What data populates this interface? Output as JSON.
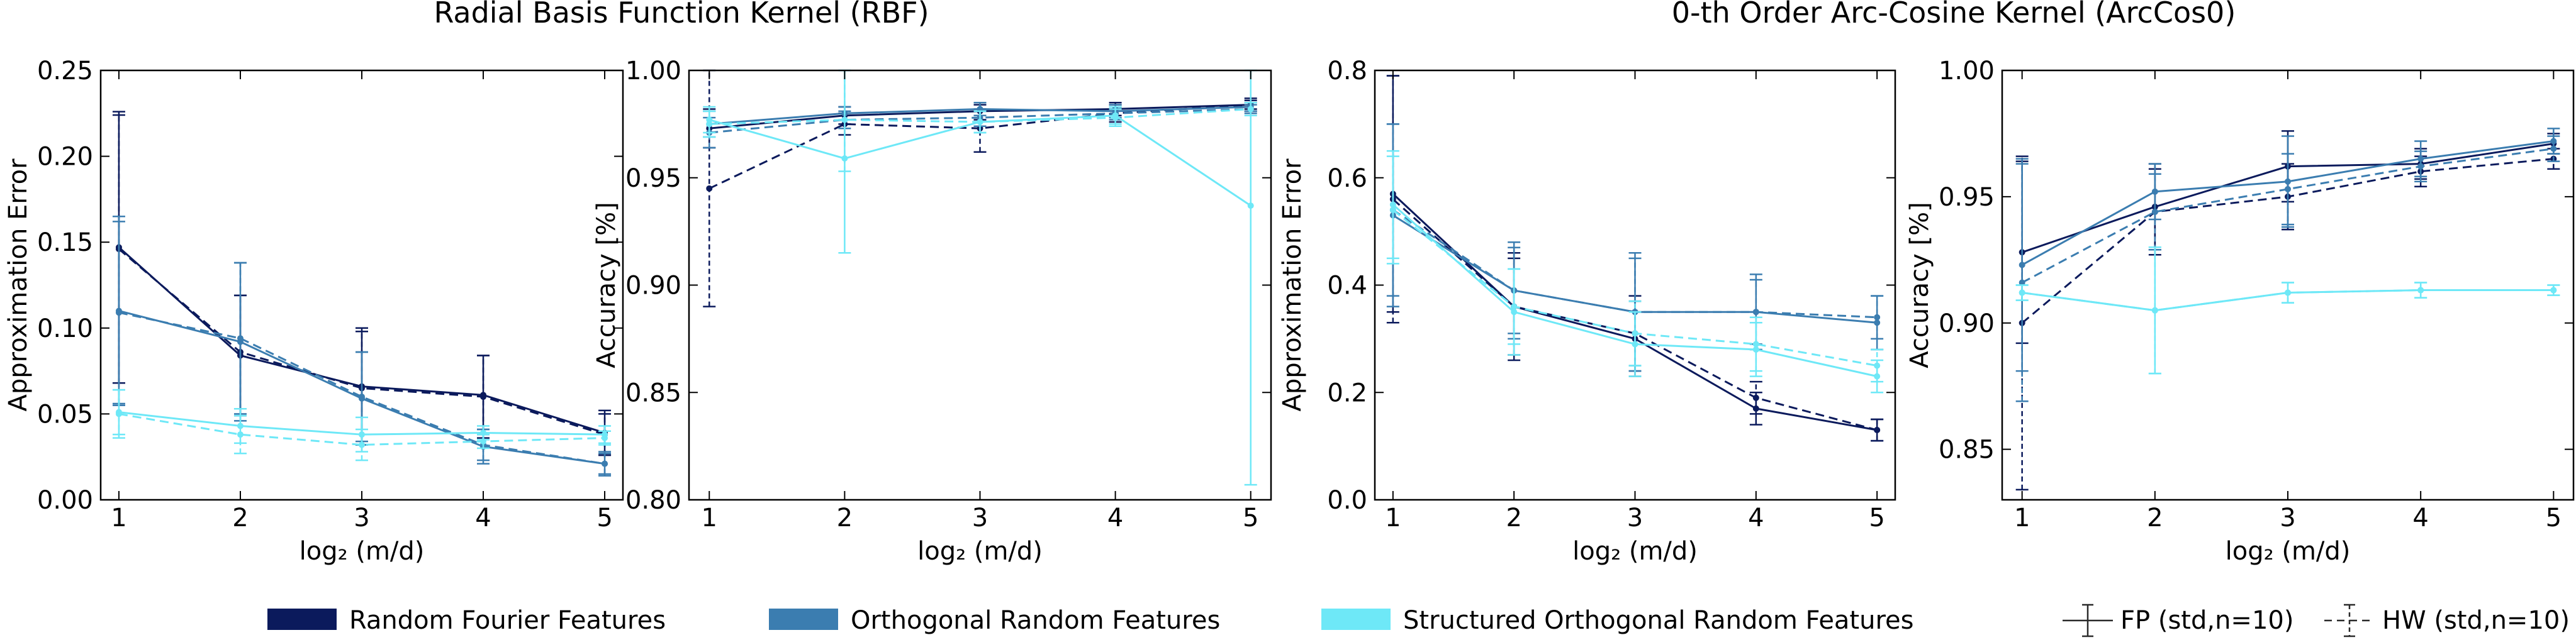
{
  "figure": {
    "group_titles": [
      "Radial Basis Function Kernel (RBF)",
      "0-th Order Arc-Cosine Kernel (ArcCos0)"
    ]
  },
  "legend": {
    "series": [
      "Random Fourier Features",
      "Orthogonal Random Features",
      "Structured Orthogonal Random Features"
    ],
    "styles": [
      "FP (std,n=10)",
      "HW (std,n=10)"
    ]
  },
  "colors": {
    "Random Fourier Features": "#0b1a5c",
    "Orthogonal Random Features": "#3b7db0",
    "Structured Orthogonal Random Features": "#6ee8f7"
  },
  "chart_data": [
    {
      "type": "line",
      "group": "Radial Basis Function Kernel (RBF)",
      "xlabel": "log₂ (m/d)",
      "ylabel": "Approximation Error",
      "x": [
        1,
        2,
        3,
        4,
        5
      ],
      "xlim": [
        0.85,
        5.15
      ],
      "ylim": [
        0,
        0.25
      ],
      "yticks": [
        "0.00",
        "0.05",
        "0.10",
        "0.15",
        "0.20",
        "0.25"
      ],
      "series": [
        {
          "name": "Random Fourier Features",
          "style": "FP",
          "values": [
            0.147,
            0.084,
            0.066,
            0.061,
            0.039
          ],
          "err": [
            0.079,
            0.035,
            0.034,
            0.023,
            0.013
          ]
        },
        {
          "name": "Random Fourier Features",
          "style": "HW",
          "values": [
            0.146,
            0.086,
            0.065,
            0.06,
            0.038
          ],
          "err": [
            0.078,
            0.033,
            0.033,
            0.024,
            0.012
          ]
        },
        {
          "name": "Orthogonal Random Features",
          "style": "FP",
          "values": [
            0.11,
            0.092,
            0.059,
            0.031,
            0.021
          ],
          "err": [
            0.055,
            0.046,
            0.027,
            0.01,
            0.007
          ]
        },
        {
          "name": "Orthogonal Random Features",
          "style": "HW",
          "values": [
            0.109,
            0.094,
            0.06,
            0.032,
            0.021
          ],
          "err": [
            0.053,
            0.044,
            0.026,
            0.009,
            0.006
          ]
        },
        {
          "name": "Structured Orthogonal Random Features",
          "style": "FP",
          "values": [
            0.051,
            0.043,
            0.038,
            0.039,
            0.038
          ],
          "err": [
            0.013,
            0.01,
            0.01,
            0.004,
            0.005
          ]
        },
        {
          "name": "Structured Orthogonal Random Features",
          "style": "HW",
          "values": [
            0.05,
            0.038,
            0.032,
            0.034,
            0.036
          ],
          "err": [
            0.014,
            0.011,
            0.009,
            0.004,
            0.004
          ]
        }
      ]
    },
    {
      "type": "line",
      "group": "Radial Basis Function Kernel (RBF)",
      "xlabel": "log₂ (m/d)",
      "ylabel": "Accuracy [%]",
      "x": [
        1,
        2,
        3,
        4,
        5
      ],
      "xlim": [
        0.85,
        5.15
      ],
      "ylim": [
        0.8,
        1.0
      ],
      "yticks": [
        "0.80",
        "0.85",
        "0.90",
        "0.95",
        "1.00"
      ],
      "series": [
        {
          "name": "Random Fourier Features",
          "style": "FP",
          "values": [
            0.973,
            0.979,
            0.981,
            0.982,
            0.984
          ],
          "err": [
            0.009,
            0.004,
            0.004,
            0.003,
            0.002
          ]
        },
        {
          "name": "Random Fourier Features",
          "style": "HW",
          "values": [
            0.945,
            0.975,
            0.973,
            0.98,
            0.984
          ],
          "err": [
            0.055,
            0.005,
            0.011,
            0.004,
            0.003
          ]
        },
        {
          "name": "Orthogonal Random Features",
          "style": "FP",
          "values": [
            0.975,
            0.98,
            0.982,
            0.981,
            0.983
          ],
          "err": [
            0.006,
            0.003,
            0.003,
            0.003,
            0.002
          ]
        },
        {
          "name": "Orthogonal Random Features",
          "style": "HW",
          "values": [
            0.971,
            0.977,
            0.978,
            0.98,
            0.982
          ],
          "err": [
            0.007,
            0.004,
            0.004,
            0.003,
            0.002
          ]
        },
        {
          "name": "Structured Orthogonal Random Features",
          "style": "FP",
          "values": [
            0.977,
            0.959,
            0.976,
            0.979,
            0.937
          ],
          "err": [
            0.006,
            0.044,
            0.005,
            0.004,
            0.13
          ]
        },
        {
          "name": "Structured Orthogonal Random Features",
          "style": "HW",
          "values": [
            0.975,
            0.977,
            0.976,
            0.978,
            0.982
          ],
          "err": [
            0.006,
            0.024,
            0.005,
            0.004,
            0.003
          ]
        }
      ]
    },
    {
      "type": "line",
      "group": "0-th Order Arc-Cosine Kernel (ArcCos0)",
      "xlabel": "log₂ (m/d)",
      "ylabel": "Approximation Error",
      "x": [
        1,
        2,
        3,
        4,
        5
      ],
      "xlim": [
        0.85,
        5.15
      ],
      "ylim": [
        0,
        0.8
      ],
      "yticks": [
        "0.0",
        "0.2",
        "0.4",
        "0.6",
        "0.8"
      ],
      "series": [
        {
          "name": "Random Fourier Features",
          "style": "FP",
          "values": [
            0.57,
            0.36,
            0.3,
            0.17,
            0.13
          ],
          "err": [
            0.22,
            0.1,
            0.07,
            0.03,
            0.02
          ]
        },
        {
          "name": "Random Fourier Features",
          "style": "HW",
          "values": [
            0.56,
            0.36,
            0.31,
            0.19,
            0.13
          ],
          "err": [
            0.23,
            0.09,
            0.07,
            0.03,
            0.02
          ]
        },
        {
          "name": "Orthogonal Random Features",
          "style": "FP",
          "values": [
            0.53,
            0.39,
            0.35,
            0.35,
            0.33
          ],
          "err": [
            0.17,
            0.09,
            0.11,
            0.07,
            0.05
          ]
        },
        {
          "name": "Orthogonal Random Features",
          "style": "HW",
          "values": [
            0.54,
            0.39,
            0.35,
            0.35,
            0.34
          ],
          "err": [
            0.16,
            0.08,
            0.1,
            0.06,
            0.04
          ]
        },
        {
          "name": "Structured Orthogonal Random Features",
          "style": "FP",
          "values": [
            0.55,
            0.35,
            0.29,
            0.28,
            0.23
          ],
          "err": [
            0.1,
            0.08,
            0.06,
            0.05,
            0.03
          ]
        },
        {
          "name": "Structured Orthogonal Random Features",
          "style": "HW",
          "values": [
            0.54,
            0.36,
            0.31,
            0.29,
            0.25
          ],
          "err": [
            0.1,
            0.07,
            0.06,
            0.05,
            0.03
          ]
        }
      ]
    },
    {
      "type": "line",
      "group": "0-th Order Arc-Cosine Kernel (ArcCos0)",
      "xlabel": "log₂ (m/d)",
      "ylabel": "Accuracy [%]",
      "x": [
        1,
        2,
        3,
        4,
        5
      ],
      "xlim": [
        0.85,
        5.15
      ],
      "ylim": [
        0.83,
        1.0
      ],
      "yticks": [
        "0.85",
        "0.90",
        "0.95",
        "1.00"
      ],
      "series": [
        {
          "name": "Random Fourier Features",
          "style": "FP",
          "values": [
            0.928,
            0.946,
            0.962,
            0.963,
            0.971
          ],
          "err": [
            0.036,
            0.017,
            0.014,
            0.006,
            0.004
          ]
        },
        {
          "name": "Random Fourier Features",
          "style": "HW",
          "values": [
            0.9,
            0.944,
            0.95,
            0.96,
            0.965
          ],
          "err": [
            0.066,
            0.017,
            0.013,
            0.006,
            0.004
          ]
        },
        {
          "name": "Orthogonal Random Features",
          "style": "FP",
          "values": [
            0.923,
            0.952,
            0.956,
            0.965,
            0.972
          ],
          "err": [
            0.042,
            0.011,
            0.018,
            0.007,
            0.005
          ]
        },
        {
          "name": "Orthogonal Random Features",
          "style": "HW",
          "values": [
            0.916,
            0.944,
            0.953,
            0.962,
            0.969
          ],
          "err": [
            0.047,
            0.015,
            0.014,
            0.006,
            0.005
          ]
        },
        {
          "name": "Structured Orthogonal Random Features",
          "style": "FP",
          "values": [
            0.912,
            0.905,
            0.912,
            0.913,
            0.913
          ],
          "err": [
            0.003,
            0.025,
            0.004,
            0.003,
            0.002
          ]
        },
        {
          "name": "Structured Orthogonal Random Features",
          "style": "HW",
          "values": [
            0.912,
            0.905,
            0.912,
            0.913,
            0.913
          ],
          "err": [
            0.003,
            0.025,
            0.004,
            0.003,
            0.002
          ]
        }
      ]
    }
  ]
}
